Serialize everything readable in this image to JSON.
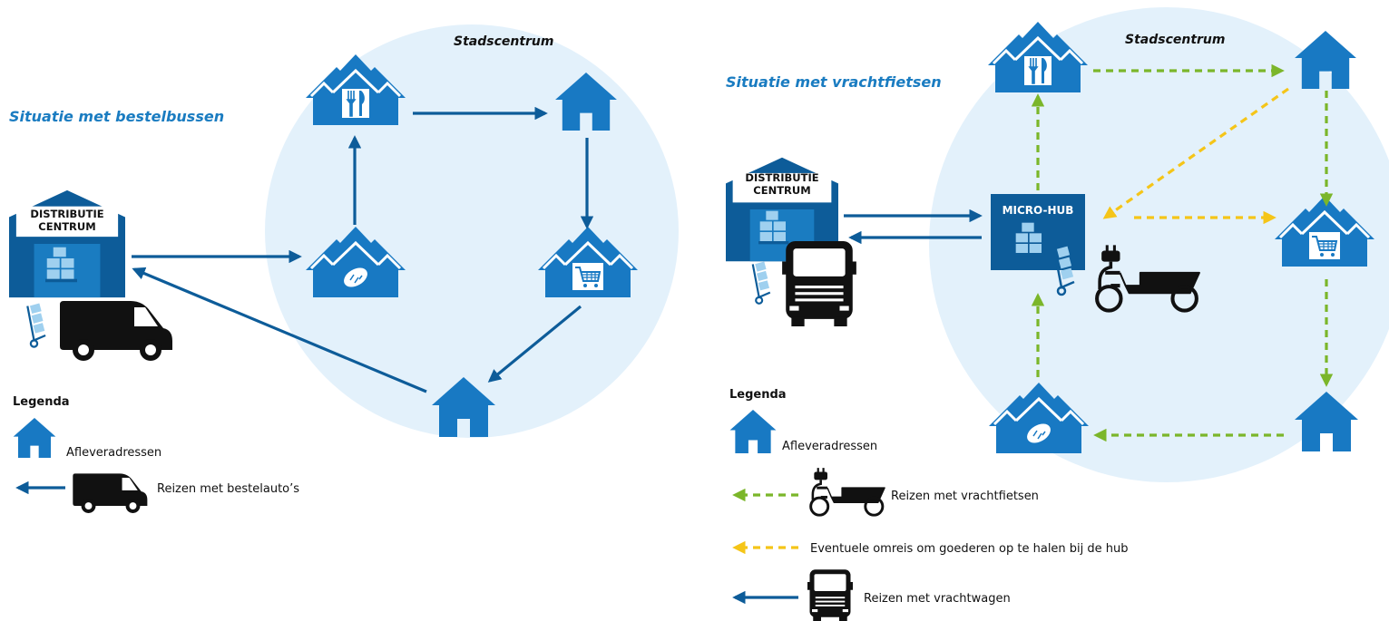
{
  "colors": {
    "dark_blue": "#0d5c99",
    "mid_blue": "#1a7cc1",
    "house_blue": "#1879c3",
    "light_box": "#9fd0ef",
    "circle_bg": "#e3f1fb",
    "green": "#7bb62a",
    "yellow": "#f5c518",
    "black": "#111111"
  },
  "left": {
    "title": "Situatie met bestelbussen",
    "city": "Stadscentrum",
    "dc_line1": "DISTRIBUTIE",
    "dc_line2": "CENTRUM",
    "legend": {
      "heading": "Legenda",
      "addresses": "Afleveradressen",
      "van_trips": "Reizen met bestelauto’s"
    },
    "icons": {
      "restaurant": "fork-knife-house-icon",
      "bakery": "bread-house-icon",
      "shop": "shopping-cart-house-icon",
      "house": "house-icon",
      "van": "delivery-van-icon",
      "dc": "warehouse-icon"
    }
  },
  "right": {
    "title": "Situatie met vrachtfietsen",
    "city": "Stadscentrum",
    "dc_line1": "DISTRIBUTIE",
    "dc_line2": "CENTRUM",
    "hub": "MICRO-HUB",
    "legend": {
      "heading": "Legenda",
      "addresses": "Afleveradressen",
      "bike_trips": "Reizen met vrachtfietsen",
      "detour": "Eventuele omreis om goederen op te halen bij de hub",
      "truck_trips": "Reizen met vrachtwagen"
    },
    "icons": {
      "cargo_bike": "electric-cargo-bike-icon",
      "truck": "truck-icon"
    }
  }
}
